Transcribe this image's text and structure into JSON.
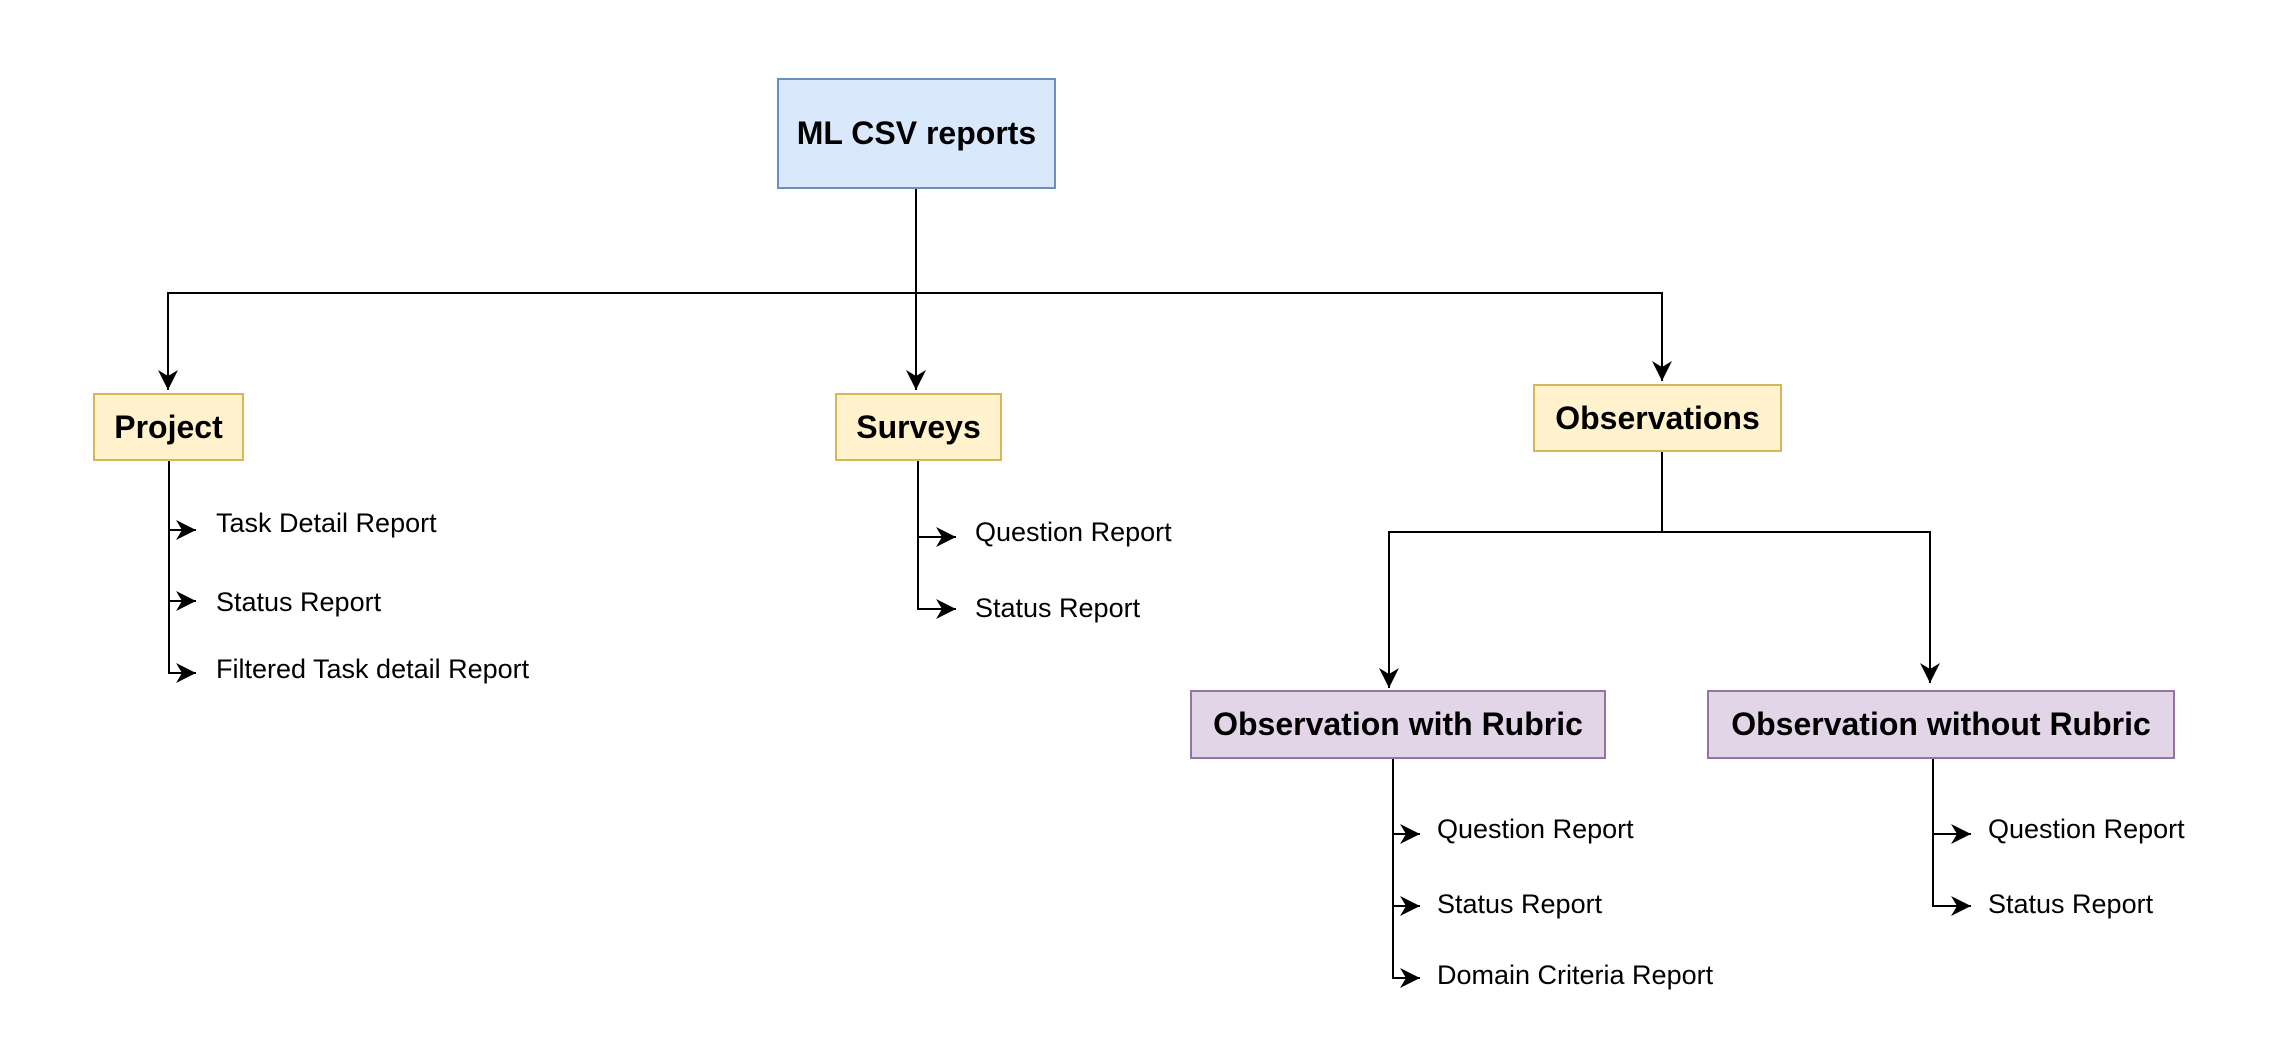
{
  "diagram": {
    "root": {
      "label": "ML CSV reports"
    },
    "categories": {
      "project": {
        "label": "Project",
        "reports": [
          "Task Detail Report",
          "Status Report",
          "Filtered Task detail Report"
        ]
      },
      "surveys": {
        "label": "Surveys",
        "reports": [
          "Question Report",
          "Status Report"
        ]
      },
      "observations": {
        "label": "Observations",
        "with_rubric": {
          "label": "Observation with Rubric",
          "reports": [
            "Question Report",
            "Status Report",
            "Domain Criteria Report"
          ]
        },
        "without_rubric": {
          "label": "Observation without Rubric",
          "reports": [
            "Question Report",
            "Status Report"
          ]
        }
      }
    },
    "colors": {
      "root_fill": "#dae8fc",
      "root_stroke": "#6c8ebf",
      "category_fill": "#fff2cc",
      "category_stroke": "#d6b656",
      "subcategory_fill": "#e1d5e7",
      "subcategory_stroke": "#9673a6",
      "edge": "#000000"
    }
  }
}
